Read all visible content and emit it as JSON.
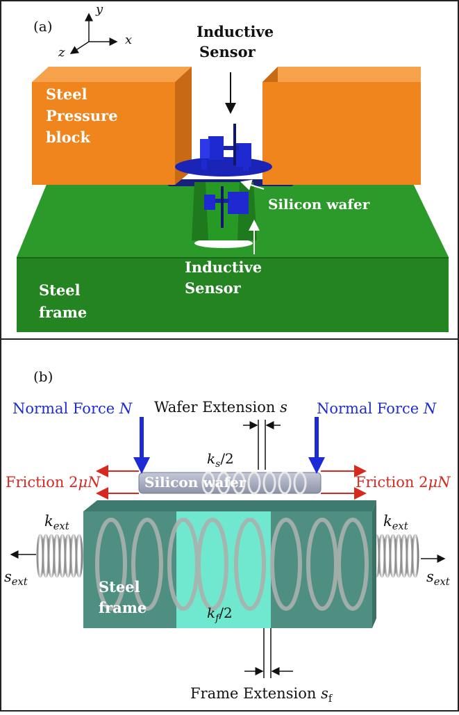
{
  "panel_a": {
    "label": "(a)",
    "axes": {
      "y": "y",
      "x": "x",
      "z": "z"
    },
    "inductive_sensor_top": [
      "Inductive",
      "Sensor"
    ],
    "steel_pressure_block": [
      "Steel",
      "Pressure",
      "block"
    ],
    "silicon_wafer": "Silicon wafer",
    "inductive_sensor_bottom": [
      "Inductive",
      "Sensor"
    ],
    "steel_frame": [
      "Steel",
      "frame"
    ]
  },
  "panel_b": {
    "label": "(b)",
    "normal_force_left": "Normal Force",
    "normal_force_right": "Normal Force",
    "normal_force_symbol": "N",
    "wafer_extension": "Wafer Extension",
    "wafer_extension_symbol": "s",
    "ks_label": "k",
    "ks_sub": "s",
    "ks_rest": "/2",
    "friction_left": "Friction 2",
    "friction_right": "Friction 2",
    "friction_mu": "μN",
    "silicon_wafer": "Silicon wafer",
    "kext_left": "k",
    "kext_left_sub": "ext",
    "kext_right": "k",
    "kext_right_sub": "ext",
    "sext_left": "s",
    "sext_left_sub": "ext",
    "sext_right": "s",
    "sext_right_sub": "ext",
    "steel_frame": [
      "Steel",
      "frame"
    ],
    "kf_label": "k",
    "kf_sub": "f",
    "kf_rest": "/2",
    "frame_extension": "Frame Extension",
    "frame_extension_symbol": "s",
    "frame_extension_sub": "f"
  },
  "colors": {
    "steel_block": "#f0851e",
    "steel_frame": "#248a22",
    "sensor": "#1e2ad0",
    "force_arrow": "#1d2bd6",
    "friction": "#d42a1f",
    "frame_b": "#4f8f82",
    "frame_b_center": "#6fe8cf"
  }
}
